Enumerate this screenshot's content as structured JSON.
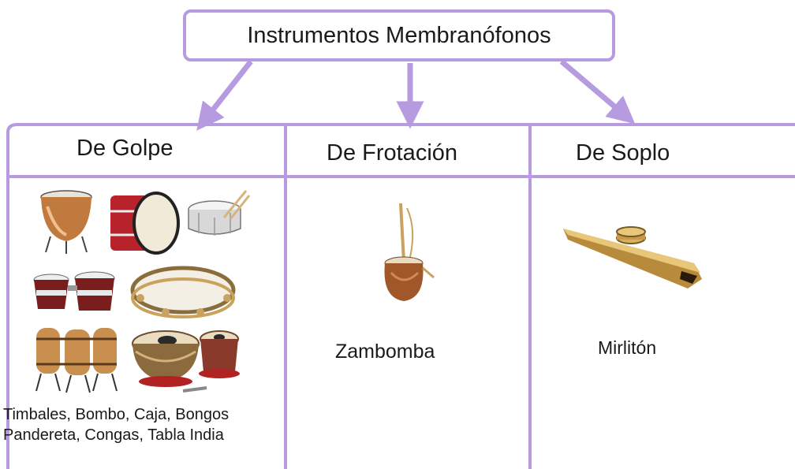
{
  "title": "Instrumentos Membranófonos",
  "colors": {
    "border": "#b79be0",
    "arrow": "#b79be0"
  },
  "columns": [
    {
      "title": "De Golpe",
      "instruments": [
        "timpani-icon",
        "bass-drum-icon",
        "snare-drum-icon",
        "bongos-icon",
        "tambourine-icon",
        "congas-icon",
        "tabla-icon"
      ],
      "caption_lines": [
        "Timbales, Bombo, Caja, Bongos",
        "Pandereta, Congas, Tabla India"
      ]
    },
    {
      "title": "De Frotación",
      "instruments": [
        "zambomba-icon"
      ],
      "label": "Zambomba"
    },
    {
      "title": "De Soplo",
      "instruments": [
        "kazoo-icon"
      ],
      "label": "Mirlitón"
    }
  ]
}
